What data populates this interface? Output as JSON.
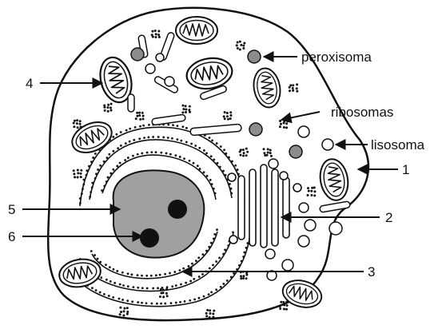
{
  "labels": {
    "peroxisome": "peroxisoma",
    "ribosomes": "ribosomas",
    "lysosome": "lisosoma",
    "n1": "1",
    "n2": "2",
    "n3": "3",
    "n4": "4",
    "n5": "5",
    "n6": "6"
  },
  "colors": {
    "nucleus": "#a0a0a0",
    "nucleolus": "#111111",
    "peroxisome": "#8c8c8c",
    "outline": "#111111"
  }
}
